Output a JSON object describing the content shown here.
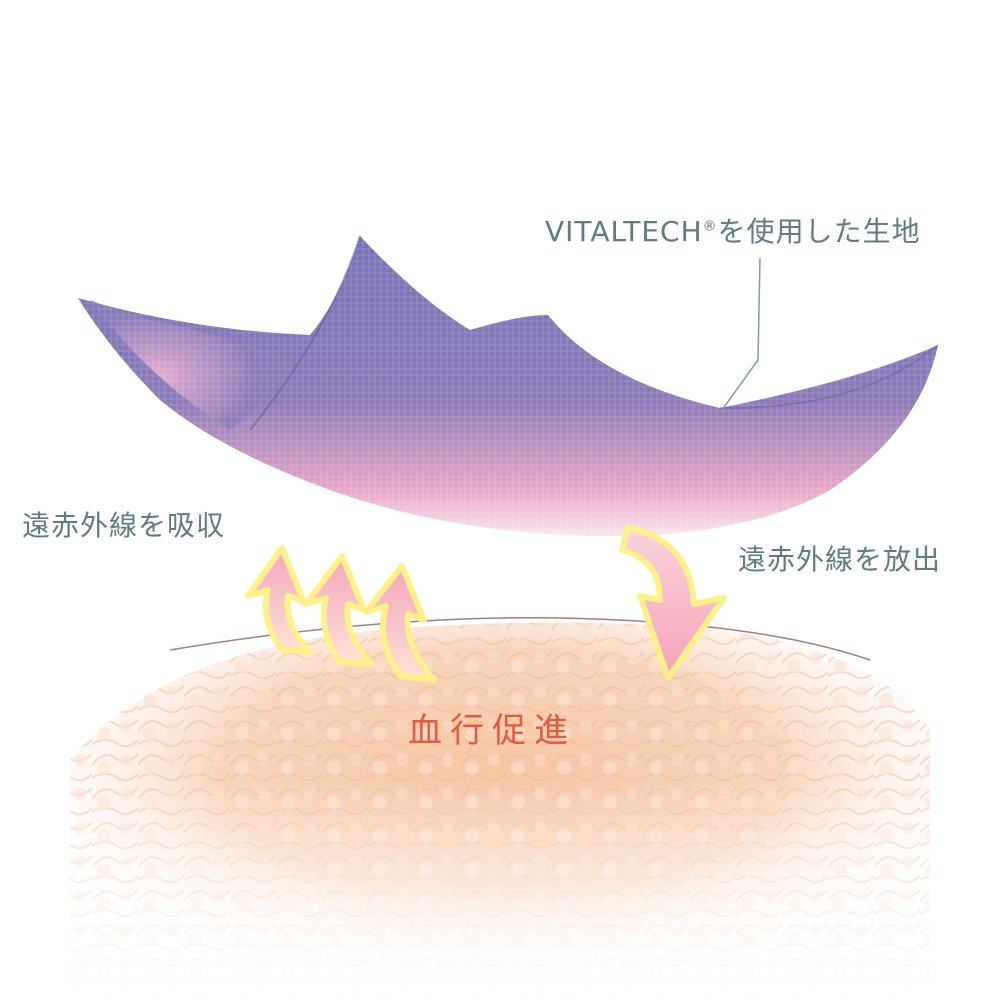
{
  "labels": {
    "fabric_brand": "VITALTECH",
    "fabric_mark": "®",
    "fabric_suffix": "を使用した生地",
    "absorb": "遠赤外線を吸収",
    "emit": "遠赤外線を放出",
    "blood_flow": "血行促進"
  },
  "colors": {
    "label_text": "#5f7d80",
    "blood_flow_text": "#e45a3c",
    "fabric_purple": "#6e6aa8",
    "fabric_pink": "#f2a9c9",
    "skin": "#f5c9a6",
    "arrow_fill": "#f6b8c4",
    "arrow_glow": "#fff08a"
  },
  "icons": {
    "fabric": "fabric-sheet",
    "skin": "skin-surface",
    "absorb_arrows": "up-arrows",
    "emit_arrow": "down-arrow"
  }
}
